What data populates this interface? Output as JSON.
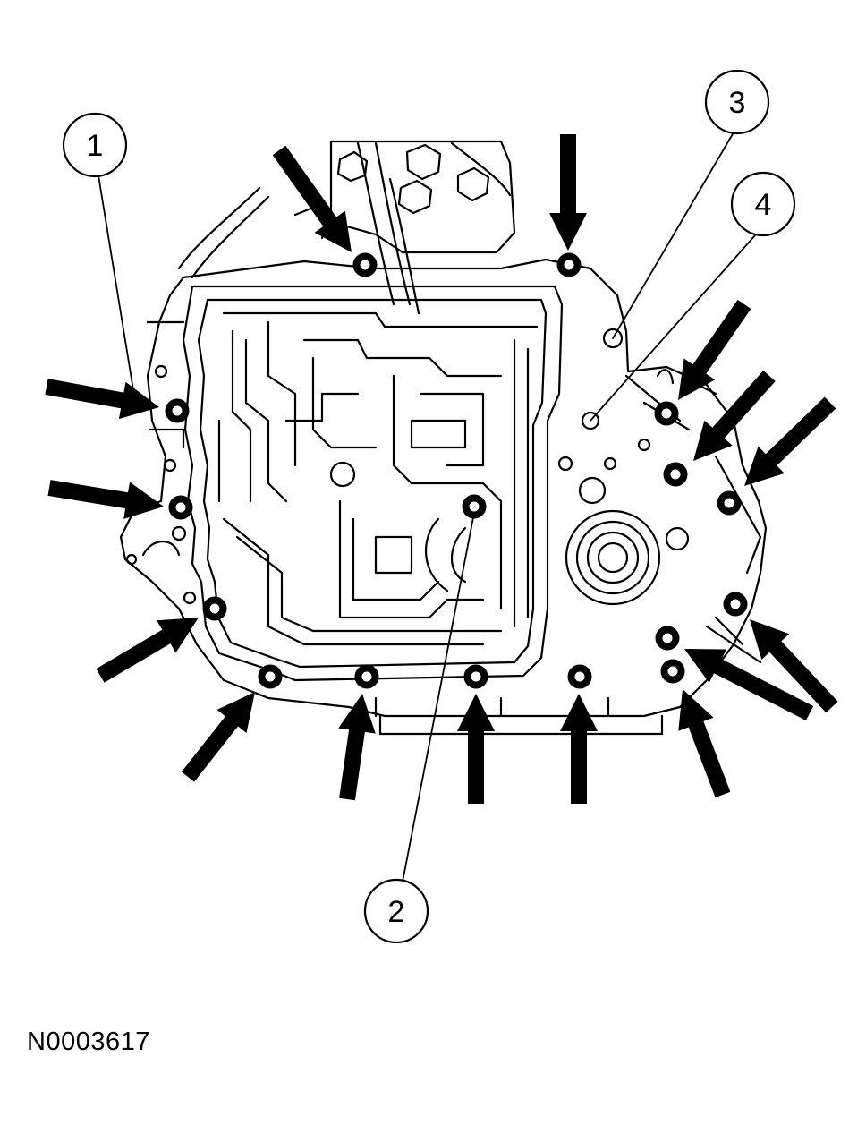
{
  "figure_id": "N0003617",
  "callouts": [
    {
      "id": "1",
      "label": "1"
    },
    {
      "id": "2",
      "label": "2"
    },
    {
      "id": "3",
      "label": "3"
    },
    {
      "id": "4",
      "label": "4"
    }
  ],
  "colors": {
    "ink": "#000000",
    "paper": "#ffffff"
  }
}
